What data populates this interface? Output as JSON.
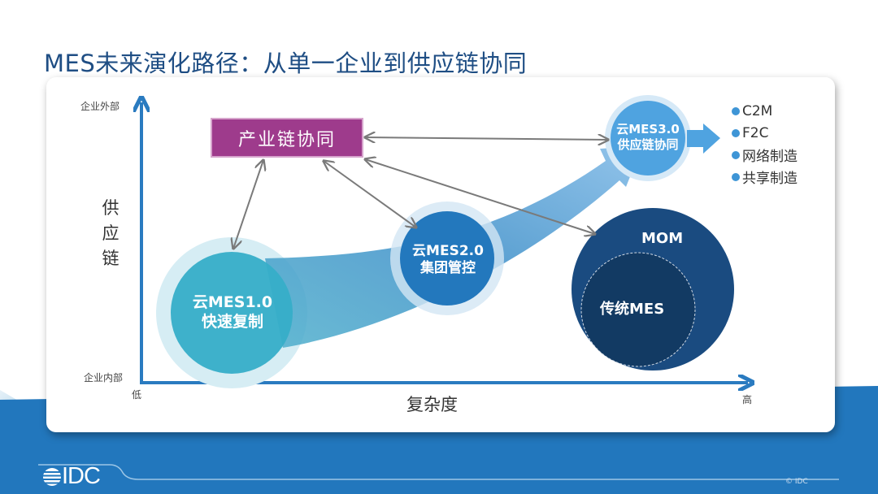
{
  "title": "MES未来演化路径：从单一企业到供应链协同",
  "axes": {
    "y_top": "企业外部",
    "y_bottom": "企业内部",
    "y_label": [
      "供",
      "应",
      "链"
    ],
    "x_low": "低",
    "x_high": "高",
    "x_label": "复杂度"
  },
  "nodes": {
    "industry_chain": "产业链协同",
    "mes1": {
      "line1": "云MES1.0",
      "line2": "快速复制"
    },
    "mes2": {
      "line1": "云MES2.0",
      "line2": "集团管控"
    },
    "mes3": {
      "line1": "云MES3.0",
      "line2": "供应链协同"
    },
    "mom": "MOM",
    "traditional_mes": "传统MES"
  },
  "bullets": [
    "C2M",
    "F2C",
    "网络制造",
    "共享制造"
  ],
  "colors": {
    "title": "#1f4e84",
    "axis": "#2a7bc0",
    "industry_box": "#9e3b8c",
    "mes1": "#36aec8",
    "mes2": "#2378bd",
    "mes3": "#4fa3e0",
    "mom": "#1a4b80",
    "traditional_mes": "#123a63",
    "connector": "#7a7a7a",
    "bullet_dot": "#3e95d6",
    "footer": "#2277bd"
  },
  "footer": {
    "logo": "IDC",
    "copyright": "© IDC"
  }
}
